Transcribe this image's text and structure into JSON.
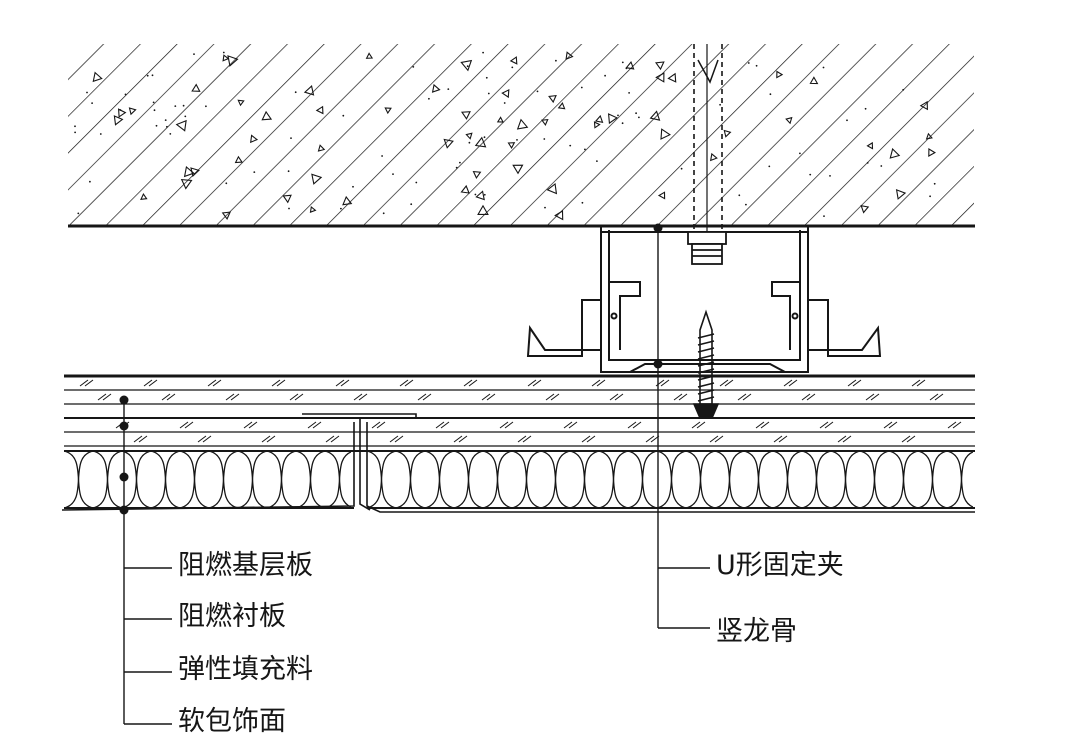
{
  "labels": {
    "fire_retardant_base_board": "阻燃基层板",
    "fire_retardant_lining_board": "阻燃衬板",
    "elastic_filler": "弹性填充料",
    "soft_upholstery_finish": "软包饰面",
    "u_shaped_clip": "U形固定夹",
    "vertical_stud": "竖龙骨"
  },
  "colors": {
    "ink": "#161616",
    "paper": "#ffffff"
  }
}
